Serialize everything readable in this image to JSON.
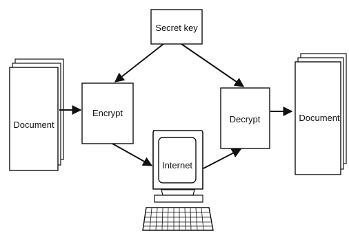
{
  "diagram": {
    "secret_key": "Secret key",
    "encrypt": "Encrypt",
    "decrypt": "Decrypt",
    "internet": "Internet",
    "document_left": "Document",
    "document_right": "Document"
  }
}
